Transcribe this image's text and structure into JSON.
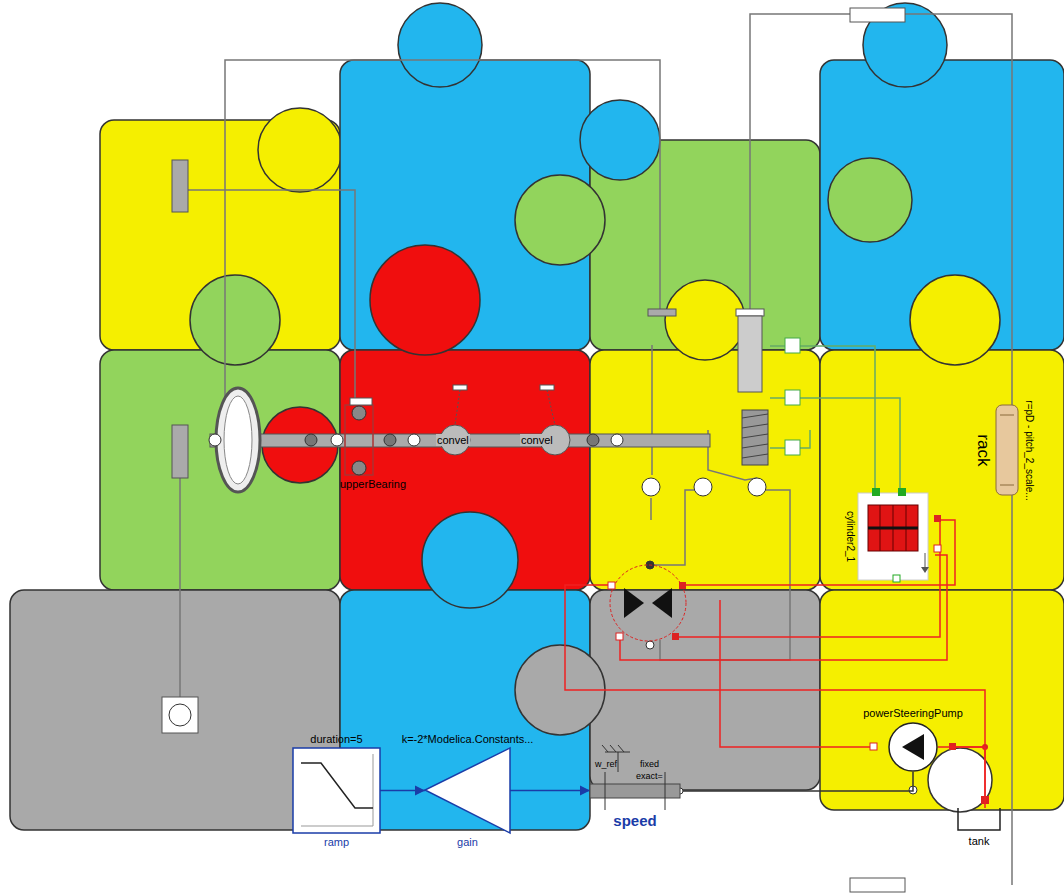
{
  "diagram": {
    "nodes": [
      {
        "text": [
          "duration=5",
          "ramp"
        ]
      },
      {
        "text": [
          "k=-2*Modelica.Constants...",
          "gain"
        ]
      },
      {
        "text": [
          "speed"
        ]
      },
      {
        "text": [
          "powerSteeringPump"
        ]
      },
      {
        "text": [
          "tank"
        ]
      },
      {
        "text": [
          "rack",
          "r=pD - pitch_2_scale..."
        ]
      },
      {
        "text": [
          "cylinder2_1"
        ]
      }
    ],
    "edges": [
      {
        "from": 0,
        "to": 1,
        "arrow": "to"
      },
      {
        "from": 1,
        "to": 2,
        "arrow": "to"
      },
      {
        "from": 2,
        "to": 3,
        "arrow": "none"
      },
      {
        "from": 3,
        "to": 4,
        "arrow": "none"
      }
    ],
    "labels": [
      "upperBearing",
      "convel",
      "convel",
      "w_ref",
      "fixed",
      "exact="
    ]
  }
}
